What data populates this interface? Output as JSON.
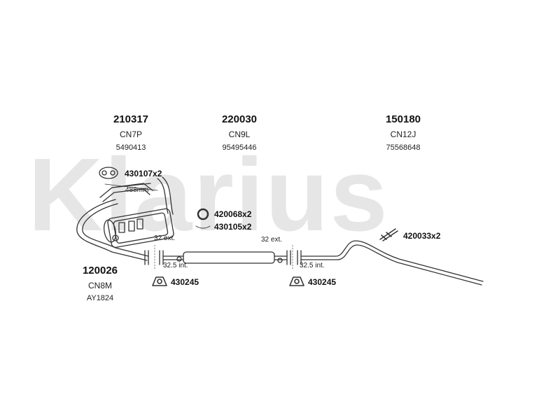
{
  "watermark": "Klarius",
  "parts": [
    {
      "id": "front-pipe",
      "number": "120026",
      "code": "CN8M",
      "oem": "AY1824"
    },
    {
      "id": "catalyst",
      "number": "210317",
      "code": "CN7P",
      "oem": "5490413"
    },
    {
      "id": "center-silencer",
      "number": "220030",
      "code": "CN9L",
      "oem": "95495446"
    },
    {
      "id": "rear-silencer",
      "number": "150180",
      "code": "CN12J",
      "oem": "75568648"
    }
  ],
  "fittings": {
    "gasket_kit": "430107x2",
    "ring": "420068x2",
    "seal": "430105x2",
    "spring": "420033x2",
    "clamp_front": "430245",
    "clamp_rear": "430245"
  },
  "dimensions": {
    "length_label": "488mm",
    "ext_front": "32 ext.",
    "int_front": "32.5 int.",
    "ext_rear": "32 ext.",
    "int_rear": "32.5 int."
  },
  "colors": {
    "line": "#333333",
    "watermark": "#e6e6e6"
  }
}
